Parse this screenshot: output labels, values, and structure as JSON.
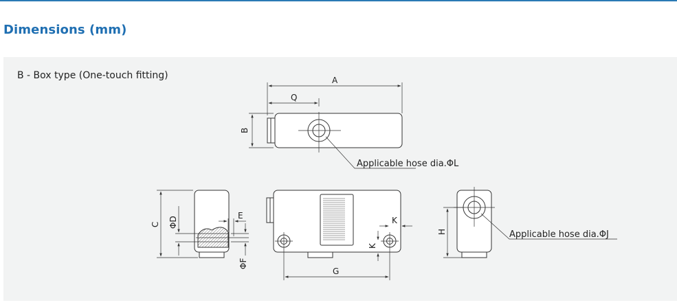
{
  "header": {
    "title": "Dimensions (mm)",
    "accent_color": "#1f6fb2"
  },
  "figure": {
    "caption": "B - Box type (One-touch fitting)",
    "dimension_labels": {
      "a": "A",
      "b": "B",
      "c": "C",
      "d": "ΦD",
      "e": "E",
      "f": "ΦF",
      "g": "G",
      "h": "H",
      "k_horizontal": "K",
      "k_vertical": "K",
      "q": "Q"
    },
    "callouts": {
      "hose_l": "Applicable hose dia.ΦL",
      "hose_j": "Applicable hose dia.ΦJ"
    }
  }
}
